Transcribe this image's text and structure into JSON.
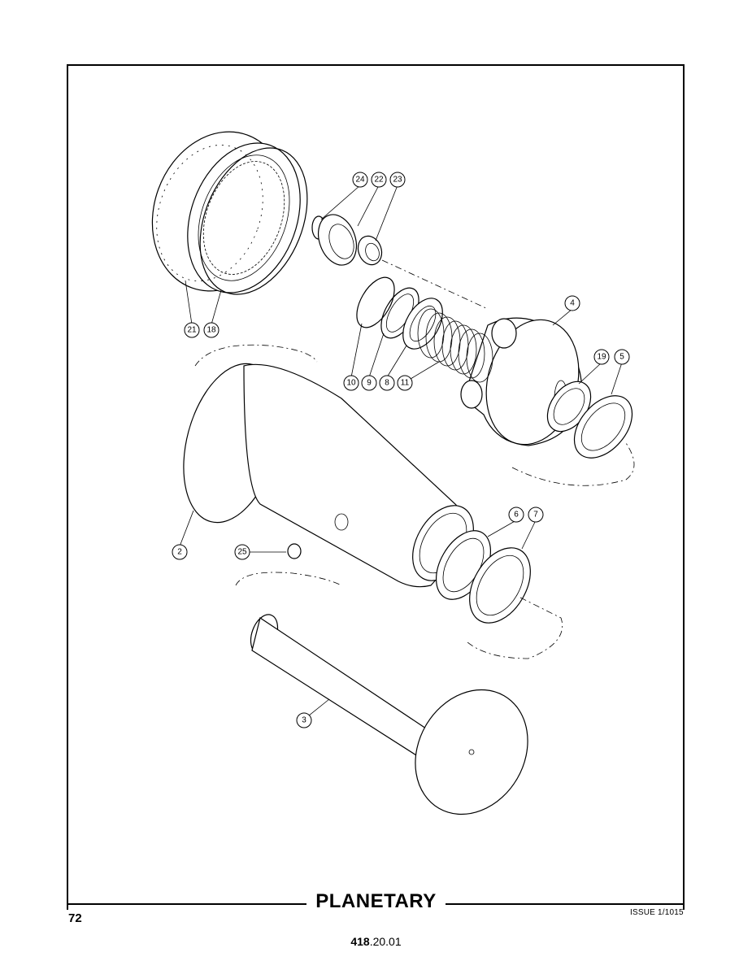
{
  "page": {
    "title": "PLANETARY",
    "page_number": "72",
    "issue": "ISSUE 1/1015",
    "doc_code_bold": "418",
    "doc_code_rest": ".20.01"
  },
  "callouts": [
    "24",
    "22",
    "23",
    "4",
    "21",
    "18",
    "19",
    "5",
    "10",
    "9",
    "8",
    "11",
    "2",
    "6",
    "7",
    "25",
    "3"
  ]
}
